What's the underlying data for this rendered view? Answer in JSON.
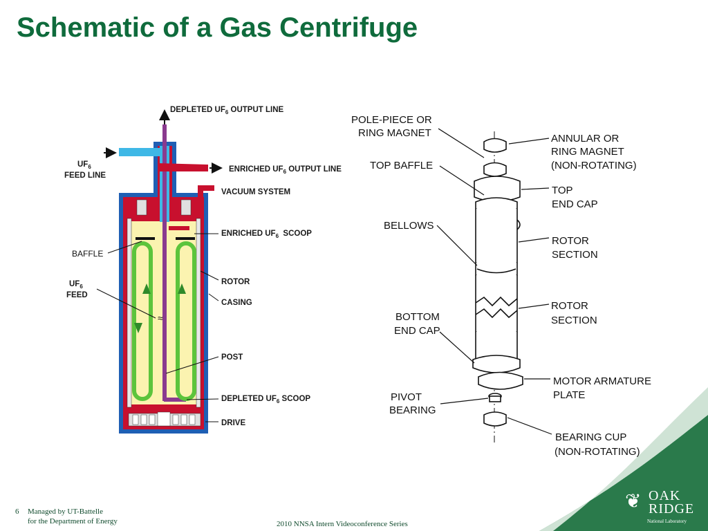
{
  "title": "Schematic of a Gas Centrifuge",
  "left_diagram": {
    "depleted_output": {
      "a": "DEPLETED UF",
      "sub": "6",
      "b": " OUTPUT LINE"
    },
    "feed_line": {
      "l1": "UF",
      "sub": "6",
      "l2": "FEED LINE"
    },
    "enriched_output": {
      "a": "ENRICHED UF",
      "sub": "6",
      "b": " OUTPUT LINE"
    },
    "vacuum": "VACUUM SYSTEM",
    "enriched_scoop": {
      "a": "ENRICHED UF",
      "sub": "6",
      "b": "  SCOOP"
    },
    "baffle": "BAFFLE",
    "uf6_feed": {
      "l1": "UF",
      "sub": "6",
      "l2": "FEED"
    },
    "rotor": "ROTOR",
    "casing": "CASING",
    "post": "POST",
    "depleted_scoop": {
      "a": "DEPLETED UF",
      "sub": "6",
      "b": " SCOOP"
    },
    "drive": "DRIVE"
  },
  "right_diagram": {
    "pole_piece": [
      "POLE-PIECE OR",
      "RING MAGNET"
    ],
    "top_baffle": "TOP BAFFLE",
    "bellows": "BELLOWS",
    "bottom_end_cap": [
      "BOTTOM",
      "END CAP"
    ],
    "pivot_bearing": [
      "PIVOT",
      "BEARING"
    ],
    "annular": [
      "ANNULAR OR",
      "RING MAGNET",
      "(NON-ROTATING)"
    ],
    "top_end_cap": [
      "TOP",
      "END CAP"
    ],
    "rotor_section_1": [
      "ROTOR",
      "SECTION"
    ],
    "rotor_section_2": [
      "ROTOR",
      "SECTION"
    ],
    "motor_armature": [
      "MOTOR ARMATURE",
      "PLATE"
    ],
    "bearing_cup": [
      "BEARING CUP",
      "(NON-ROTATING)"
    ]
  },
  "footer": {
    "page": "6",
    "managed_l1": "Managed by UT-Battelle",
    "managed_l2": "for the Department of Energy",
    "series": "2010 NNSA Intern Videoconference Series",
    "logo_oak": "OAK",
    "logo_ridge": "RIDGE",
    "logo_sub": "National Laboratory"
  },
  "colors": {
    "title_green": "#0f6b3c",
    "casing_blue": "#1f5fb4",
    "rotor_red": "#c8102e",
    "gas_yellow": "#fbf3b0",
    "flow_green": "#5cc43c",
    "feed_cyan": "#3fb8e6",
    "post_purple": "#8a3a8f"
  }
}
